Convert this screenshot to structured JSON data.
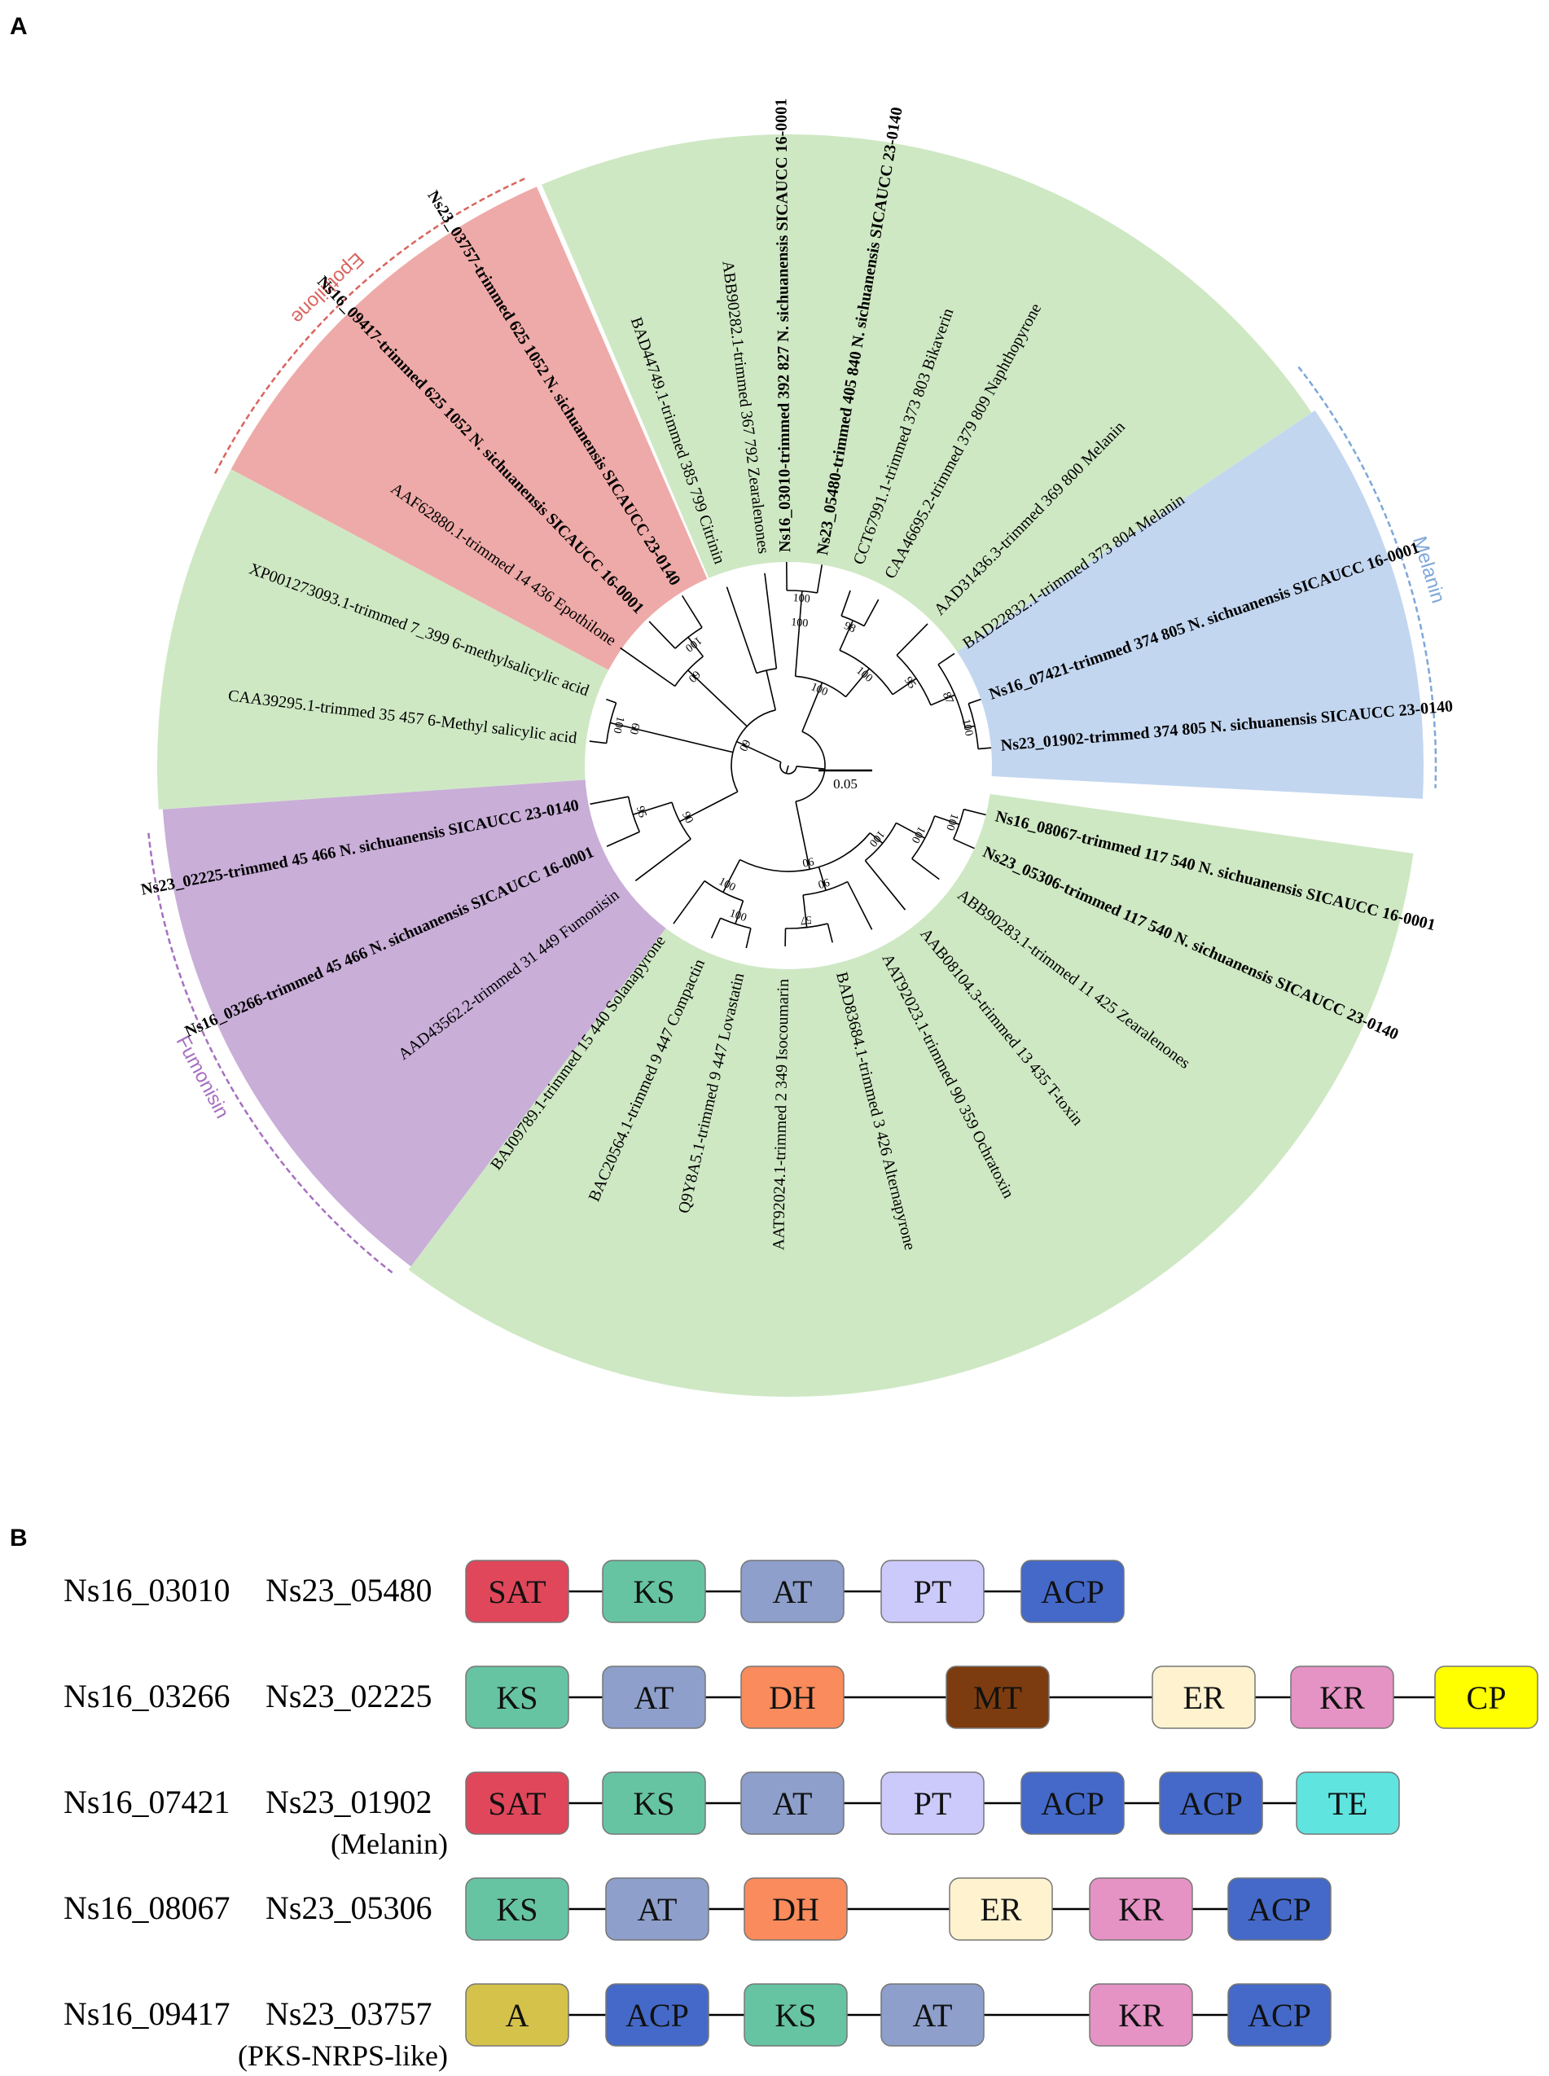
{
  "panel_a": {
    "label": "A",
    "clade_colors": {
      "green": "#cfe8c4",
      "red": "#eeaaa8",
      "blue": "#c3d6f0",
      "purple": "#c9aed8"
    },
    "arc_labels": [
      {
        "text": "Epothilone",
        "color": "#d9655f"
      },
      {
        "text": "Melanin",
        "color": "#7ea7d8"
      },
      {
        "text": "Fumonisin",
        "color": "#a66fc0"
      }
    ],
    "scale_bar": "0.05",
    "leaves": [
      {
        "text": "Ns16_03010-trimmed 392 827 N. sichuanensis SICAUCC 16-0001",
        "bold": true
      },
      {
        "text": "Ns23_05480-trimmed 405 840 N. sichuanensis SICAUCC 23-0140",
        "bold": true
      },
      {
        "text": "CCT67991.1-trimmed 373 803 Bikaverin",
        "bold": false
      },
      {
        "text": "CAA46695.2-trimmed 379 809 Naphthopyrone",
        "bold": false
      },
      {
        "text": "AAD31436.3-trimmed 369 800 Melanin",
        "bold": false
      },
      {
        "text": "BAD22832.1-trimmed 373 804 Melanin",
        "bold": false
      },
      {
        "text": "Ns16_07421-trimmed 374 805 N. sichuanensis SICAUCC 16-0001",
        "bold": true
      },
      {
        "text": "Ns23_01902-trimmed 374 805 N. sichuanensis SICAUCC 23-0140",
        "bold": true
      },
      {
        "text": "Ns16_08067-trimmed 117 540 N. sichuanensis SICAUCC 16-0001",
        "bold": true
      },
      {
        "text": "Ns23_05306-trimmed 117 540 N. sichuanensis SICAUCC 23-0140",
        "bold": true
      },
      {
        "text": "ABB90283.1-trimmed 11 425 Zearalenones",
        "bold": false
      },
      {
        "text": "AAB08104.3-trimmed 13 435 T-toxin",
        "bold": false
      },
      {
        "text": "AAT92023.1-trimmed 90 359 Ochratoxin",
        "bold": false
      },
      {
        "text": "BAD83684.1-trimmed 3 426 Alternapyrone",
        "bold": false
      },
      {
        "text": "AAT92024.1-trimmed 2 349 Isocoumarin",
        "bold": false
      },
      {
        "text": "Q9Y8A5.1-trimmed 9 447 Lovastatin",
        "bold": false
      },
      {
        "text": "BAC20564.1-trimmed 9 447 Compactin",
        "bold": false
      },
      {
        "text": "BAJ09789.1-trimmed 15 440 Solanapyrone",
        "bold": false
      },
      {
        "text": "AAD43562.2-trimmed 31 449 Fumonisin",
        "bold": false
      },
      {
        "text": "Ns16_03266-trimmed 45 466 N. sichuanensis SICAUCC 16-0001",
        "bold": true
      },
      {
        "text": "Ns23_02225-trimmed 45 466 N. sichuanensis SICAUCC 23-0140",
        "bold": true
      },
      {
        "text": "CAA39295.1-trimmed 35 457 6-Methyl salicylic acid",
        "bold": false
      },
      {
        "text": "XP001273093.1-trimmed 7_399 6-methylsalicylic acid",
        "bold": false
      },
      {
        "text": "AAF62880.1-trimmed 14 436 Epothilone",
        "bold": false
      },
      {
        "text": "Ns16_09417-trimmed 625 1052 N. sichuanensis SICAUCC 16-0001",
        "bold": true
      },
      {
        "text": "Ns23_03757-trimmed 625 1052 N. sichuanensis SICAUCC 23-0140",
        "bold": true
      },
      {
        "text": "BAD44749.1-trimmed 385 799 Citrinin",
        "bold": false
      },
      {
        "text": "ABB90282.1-trimmed 367 792 Zearalenones",
        "bold": false
      }
    ],
    "bootstrap_values": [
      "100",
      "100",
      "100",
      "95",
      "98",
      "87",
      "100",
      "100",
      "100",
      "90",
      "100",
      "100",
      "57",
      "100",
      "95",
      "90",
      "100",
      "100",
      "100",
      "60"
    ]
  },
  "panel_b": {
    "label": "B",
    "domain_colors": {
      "SAT": "#e0475a",
      "KS": "#66c4a3",
      "AT": "#8d9fca",
      "PT": "#cccafa",
      "ACP": "#4469c8",
      "DH": "#f98b5c",
      "MT": "#7d3c0f",
      "ER": "#fef2cf",
      "KR": "#e592c4",
      "CP": "#ffff00",
      "TE": "#5fe4e0",
      "A": "#d5c24a"
    },
    "rows": [
      {
        "label_a": "Ns16_03010",
        "label_b": "Ns23_05480",
        "sublabel": "",
        "domains": [
          "SAT",
          "KS",
          "AT",
          "PT",
          "ACP"
        ]
      },
      {
        "label_a": "Ns16_03266",
        "label_b": "Ns23_02225",
        "sublabel": "",
        "domains": [
          "KS",
          "AT",
          "DH",
          "MT",
          "ER",
          "KR",
          "CP"
        ]
      },
      {
        "label_a": "Ns16_07421",
        "label_b": "Ns23_01902",
        "sublabel": "(Melanin)",
        "domains": [
          "SAT",
          "KS",
          "AT",
          "PT",
          "ACP",
          "ACP",
          "TE"
        ]
      },
      {
        "label_a": "Ns16_08067",
        "label_b": "Ns23_05306",
        "sublabel": "",
        "domains": [
          "KS",
          "AT",
          "DH",
          "ER",
          "KR",
          "ACP"
        ]
      },
      {
        "label_a": "Ns16_09417",
        "label_b": "Ns23_03757",
        "sublabel": "(PKS-NRPS-like)",
        "domains": [
          "A",
          "ACP",
          "KS",
          "AT",
          "KR",
          "ACP"
        ]
      }
    ]
  }
}
